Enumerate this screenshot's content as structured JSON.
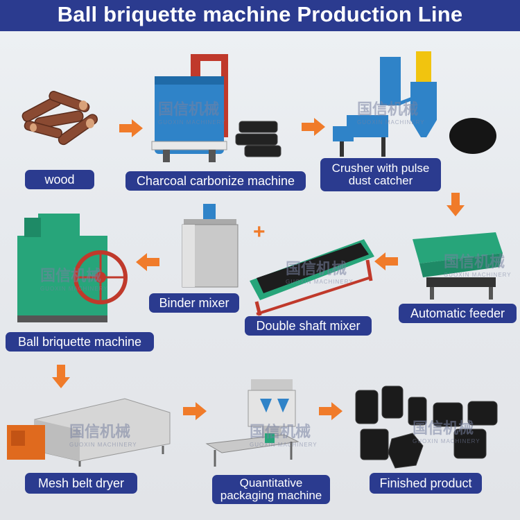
{
  "title": "Ball briquette machine  Production Line",
  "steps": {
    "wood": "wood",
    "carbonize": "Charcoal carbonize machine",
    "crusher_line1": "Crusher with pulse",
    "crusher_line2": "dust catcher",
    "feeder": "Automatic feeder",
    "double_mixer": "Double shaft mixer",
    "binder_mixer": "Binder mixer",
    "ball_machine": "Ball briquette machine",
    "dryer": "Mesh belt dryer",
    "packaging_line1": "Quantitative",
    "packaging_line2": "packaging machine",
    "finished": "Finished product"
  },
  "watermark": {
    "brand": "国信机械",
    "sub": "GUOXIN MACHINERY"
  },
  "plus_sign": "+",
  "colors": {
    "label_bg": "#2b3b8f",
    "arrow": "#f07b2a",
    "text": "#ffffff"
  }
}
